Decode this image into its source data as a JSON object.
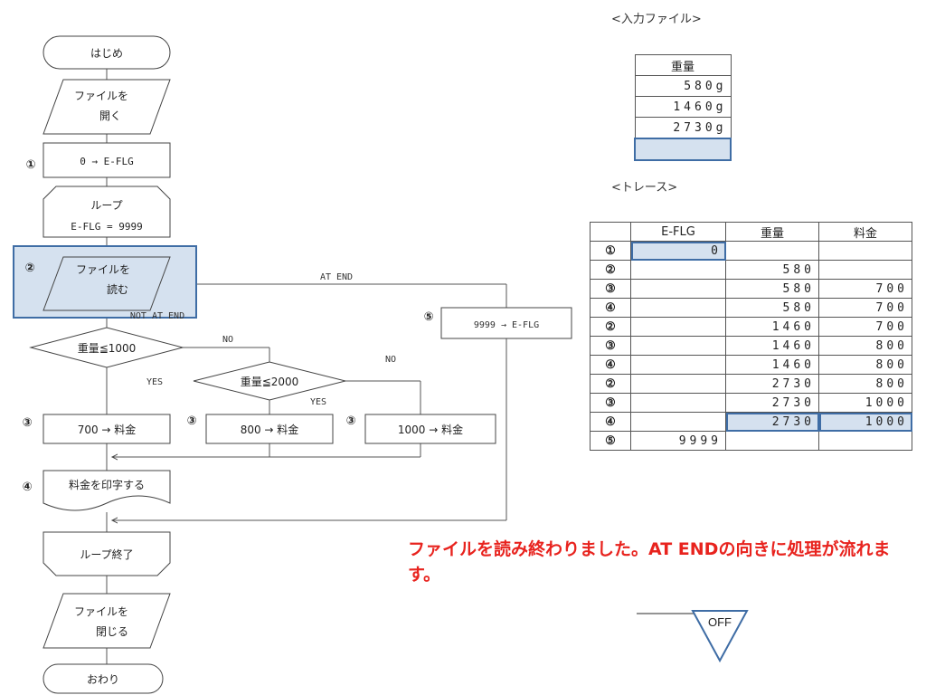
{
  "flowchart": {
    "start": "はじめ",
    "open_file": [
      "ファイルを",
      "開く"
    ],
    "init": "0 → E-FLG",
    "loop_start": [
      "ループ",
      "E-FLG = 9999"
    ],
    "read_file": [
      "ファイルを",
      "読む"
    ],
    "at_end": "AT END",
    "not_at_end": "NOT AT END",
    "set_flag": "9999 → E-FLG",
    "cond1": "重量≦1000",
    "cond2": "重量≦2000",
    "yes": "YES",
    "no": "NO",
    "fee700": "700 → 料金",
    "fee800": "800 → 料金",
    "fee1000": "1000 → 料金",
    "print": "料金を印字する",
    "loop_end": "ループ終了",
    "close_file": [
      "ファイルを",
      "閉じる"
    ],
    "end": "おわり",
    "step_marks": {
      "s1": "①",
      "s2": "②",
      "s3": "③",
      "s4": "④",
      "s5": "⑤"
    }
  },
  "input_file": {
    "caption": "<入力ファイル>",
    "header": "重量",
    "rows": [
      "580g",
      "1460g",
      "2730g"
    ]
  },
  "trace": {
    "caption": "<トレース>",
    "headers": [
      "",
      "E-FLG",
      "重量",
      "料金"
    ],
    "rows": [
      [
        "①",
        "0",
        "",
        ""
      ],
      [
        "②",
        "",
        "580",
        ""
      ],
      [
        "③",
        "",
        "580",
        "700"
      ],
      [
        "④",
        "",
        "580",
        "700"
      ],
      [
        "②",
        "",
        "1460",
        "700"
      ],
      [
        "③",
        "",
        "1460",
        "800"
      ],
      [
        "④",
        "",
        "1460",
        "800"
      ],
      [
        "②",
        "",
        "2730",
        "800"
      ],
      [
        "③",
        "",
        "2730",
        "1000"
      ],
      [
        "④",
        "",
        "2730",
        "1000"
      ],
      [
        "⑤",
        "9999",
        "",
        ""
      ]
    ]
  },
  "message": "ファイルを読み終わりました。AT ENDの向きに処理が流れます。",
  "switch_label": "OFF",
  "colors": {
    "highlight_fill": "#d5e1ef",
    "highlight_border": "#3f6da5",
    "message": "#e8231e"
  }
}
